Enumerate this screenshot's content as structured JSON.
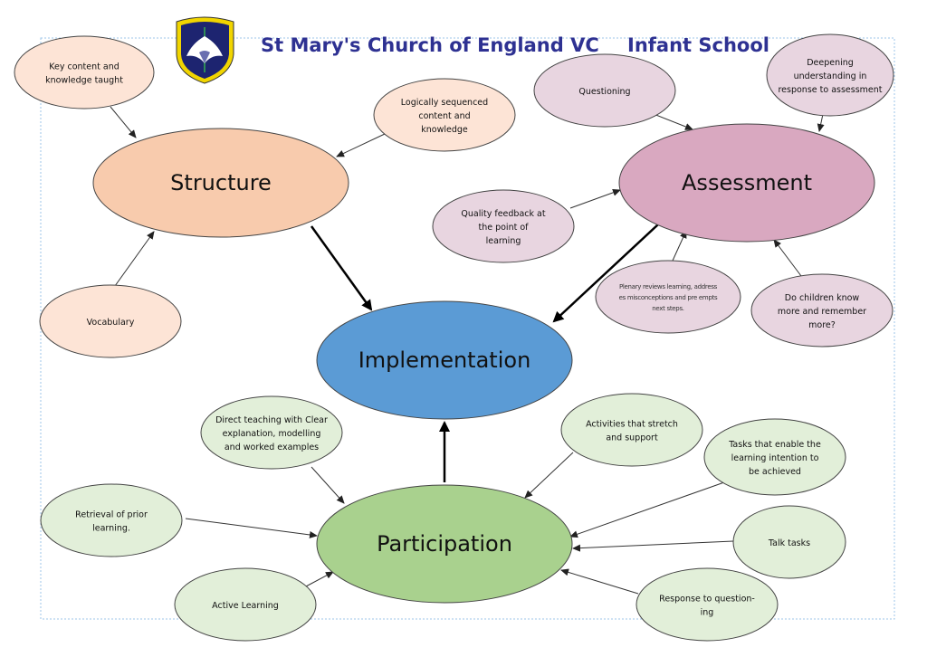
{
  "header": {
    "school_name": "St Mary's Church of England VC",
    "school_name_suffix": "Infant School",
    "logo": "school-crest-lily-shield"
  },
  "colors": {
    "structure": "#f8cbad",
    "structure_sub": "#fde4d6",
    "assessment": "#d9a8c0",
    "assessment_sub": "#e8d5e0",
    "implementation": "#5b9bd5",
    "participation": "#a9d18e",
    "participation_sub": "#e2efd9",
    "title": "#2e3192"
  },
  "nodes": {
    "key_content": {
      "lines": [
        "Key content and",
        "knowledge taught"
      ]
    },
    "logically_sequenced": {
      "lines": [
        "Logically sequenced",
        "content and",
        "knowledge"
      ]
    },
    "structure": {
      "lines": [
        "Structure"
      ]
    },
    "vocabulary": {
      "lines": [
        "Vocabulary"
      ]
    },
    "questioning": {
      "lines": [
        "Questioning"
      ]
    },
    "deepening": {
      "lines": [
        "Deepening",
        "understanding in",
        "response to assessment"
      ]
    },
    "assessment": {
      "lines": [
        "Assessment"
      ]
    },
    "quality_feedback": {
      "lines": [
        "Quality feedback at",
        "the point of",
        "learning"
      ]
    },
    "plenary": {
      "lines": [
        "Plenary reviews learning, address",
        "es misconceptions and pre empts",
        "next  steps."
      ]
    },
    "do_children_know": {
      "lines": [
        "Do children know",
        "more and remember",
        "more?"
      ]
    },
    "implementation": {
      "lines": [
        "Implementation"
      ]
    },
    "direct_teaching": {
      "lines": [
        "Direct teaching with Clear",
        "explanation, modelling",
        "and worked examples"
      ]
    },
    "activities": {
      "lines": [
        "Activities that stretch",
        "and support"
      ]
    },
    "tasks": {
      "lines": [
        "Tasks that enable the",
        "learning intention to",
        "be achieved"
      ]
    },
    "retrieval": {
      "lines": [
        "Retrieval of prior",
        "learning."
      ]
    },
    "participation": {
      "lines": [
        "Participation"
      ]
    },
    "talk_tasks": {
      "lines": [
        "Talk tasks"
      ]
    },
    "active_learning": {
      "lines": [
        "Active Learning"
      ]
    },
    "response_to_questioning": {
      "lines": [
        "Response to question-",
        "ing"
      ]
    }
  }
}
